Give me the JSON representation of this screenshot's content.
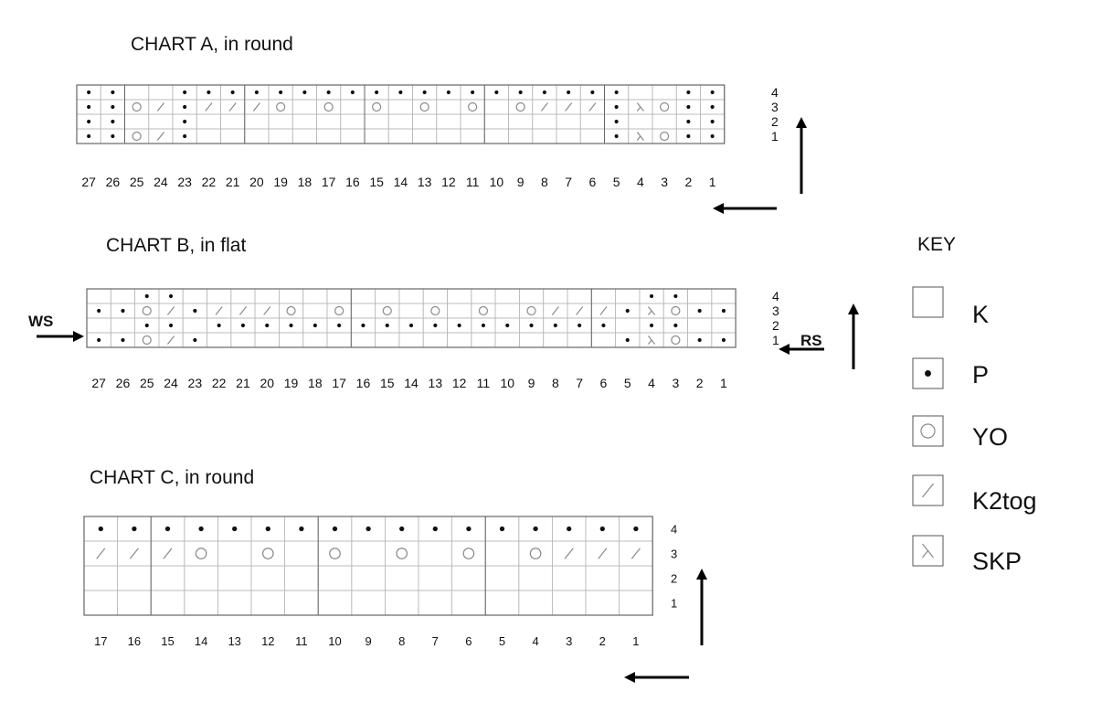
{
  "charts": [
    {
      "id": "a",
      "title": "CHART A, in round",
      "stitch_numbers": [
        "27",
        "26",
        "25",
        "24",
        "23",
        "22",
        "21",
        "20",
        "19",
        "18",
        "17",
        "16",
        "15",
        "14",
        "13",
        "12",
        "11",
        "10",
        "9",
        "8",
        "7",
        "6",
        "5",
        "4",
        "3",
        "2",
        "1"
      ],
      "row_numbers": [
        "4",
        "3",
        "2",
        "1"
      ],
      "rows": [
        [
          "P",
          "P",
          "K",
          "K",
          "P",
          "P",
          "P",
          "P",
          "P",
          "P",
          "P",
          "P",
          "P",
          "P",
          "P",
          "P",
          "P",
          "P",
          "P",
          "P",
          "P",
          "P",
          "P",
          "K",
          "K",
          "P",
          "P"
        ],
        [
          "P",
          "P",
          "YO",
          "K2tog",
          "P",
          "K2tog",
          "K2tog",
          "K2tog",
          "YO",
          "K",
          "YO",
          "K",
          "YO",
          "K",
          "YO",
          "K",
          "YO",
          "K",
          "YO",
          "K2tog",
          "K2tog",
          "K2tog",
          "P",
          "SKP",
          "YO",
          "P",
          "P"
        ],
        [
          "P",
          "P",
          "K",
          "K",
          "P",
          "K",
          "K",
          "K",
          "K",
          "K",
          "K",
          "K",
          "K",
          "K",
          "K",
          "K",
          "K",
          "K",
          "K",
          "K",
          "K",
          "K",
          "P",
          "K",
          "K",
          "P",
          "P"
        ],
        [
          "P",
          "P",
          "YO",
          "K2tog",
          "P",
          "K",
          "K",
          "K",
          "K",
          "K",
          "K",
          "K",
          "K",
          "K",
          "K",
          "K",
          "K",
          "K",
          "K",
          "K",
          "K",
          "K",
          "P",
          "SKP",
          "YO",
          "P",
          "P"
        ]
      ]
    },
    {
      "id": "b",
      "title": "CHART B, in flat",
      "stitch_numbers": [
        "27",
        "26",
        "25",
        "24",
        "23",
        "22",
        "21",
        "20",
        "19",
        "18",
        "17",
        "16",
        "15",
        "14",
        "13",
        "12",
        "11",
        "10",
        "9",
        "8",
        "7",
        "6",
        "5",
        "4",
        "3",
        "2",
        "1"
      ],
      "row_numbers": [
        "4",
        "3",
        "2",
        "1"
      ],
      "ws_label": "WS",
      "rs_label": "RS",
      "rows": [
        [
          "K",
          "K",
          "P",
          "P",
          "K",
          "K",
          "K",
          "K",
          "K",
          "K",
          "K",
          "K",
          "K",
          "K",
          "K",
          "K",
          "K",
          "K",
          "K",
          "K",
          "K",
          "K",
          "K",
          "P",
          "P",
          "K",
          "K"
        ],
        [
          "P",
          "P",
          "YO",
          "K2tog",
          "P",
          "K2tog",
          "K2tog",
          "K2tog",
          "YO",
          "K",
          "YO",
          "K",
          "YO",
          "K",
          "YO",
          "K",
          "YO",
          "K",
          "YO",
          "K2tog",
          "K2tog",
          "K2tog",
          "P",
          "SKP",
          "YO",
          "P",
          "P"
        ],
        [
          "K",
          "K",
          "P",
          "P",
          "K",
          "P",
          "P",
          "P",
          "P",
          "P",
          "P",
          "P",
          "P",
          "P",
          "P",
          "P",
          "P",
          "P",
          "P",
          "P",
          "P",
          "P",
          "K",
          "P",
          "P",
          "K",
          "K"
        ],
        [
          "P",
          "P",
          "YO",
          "K2tog",
          "P",
          "K",
          "K",
          "K",
          "K",
          "K",
          "K",
          "K",
          "K",
          "K",
          "K",
          "K",
          "K",
          "K",
          "K",
          "K",
          "K",
          "K",
          "P",
          "SKP",
          "YO",
          "P",
          "P"
        ]
      ]
    },
    {
      "id": "c",
      "title": "CHART C, in round",
      "stitch_numbers": [
        "17",
        "16",
        "15",
        "14",
        "13",
        "12",
        "11",
        "10",
        "9",
        "8",
        "7",
        "6",
        "5",
        "4",
        "3",
        "2",
        "1"
      ],
      "row_numbers": [
        "4",
        "3",
        "2",
        "1"
      ],
      "rows": [
        [
          "P",
          "P",
          "P",
          "P",
          "P",
          "P",
          "P",
          "P",
          "P",
          "P",
          "P",
          "P",
          "P",
          "P",
          "P",
          "P",
          "P"
        ],
        [
          "K2tog",
          "K2tog",
          "K2tog",
          "YO",
          "K",
          "YO",
          "K",
          "YO",
          "K",
          "YO",
          "K",
          "YO",
          "K",
          "YO",
          "K2tog",
          "K2tog",
          "K2tog"
        ],
        [
          "K",
          "K",
          "K",
          "K",
          "K",
          "K",
          "K",
          "K",
          "K",
          "K",
          "K",
          "K",
          "K",
          "K",
          "K",
          "K",
          "K"
        ],
        [
          "K",
          "K",
          "K",
          "K",
          "K",
          "K",
          "K",
          "K",
          "K",
          "K",
          "K",
          "K",
          "K",
          "K",
          "K",
          "K",
          "K"
        ]
      ]
    }
  ],
  "key": {
    "title": "KEY",
    "items": [
      {
        "symbol": "K",
        "label": "K"
      },
      {
        "symbol": "P",
        "label": "P"
      },
      {
        "symbol": "YO",
        "label": "YO"
      },
      {
        "symbol": "K2tog",
        "label": "K2tog"
      },
      {
        "symbol": "SKP",
        "label": "SKP"
      }
    ]
  },
  "colors": {
    "grid_line": "#b8b8b8",
    "chart_border": "#666666",
    "symbol": "#8a8a8a",
    "purl_dot": "#111111",
    "text": "#111111"
  }
}
